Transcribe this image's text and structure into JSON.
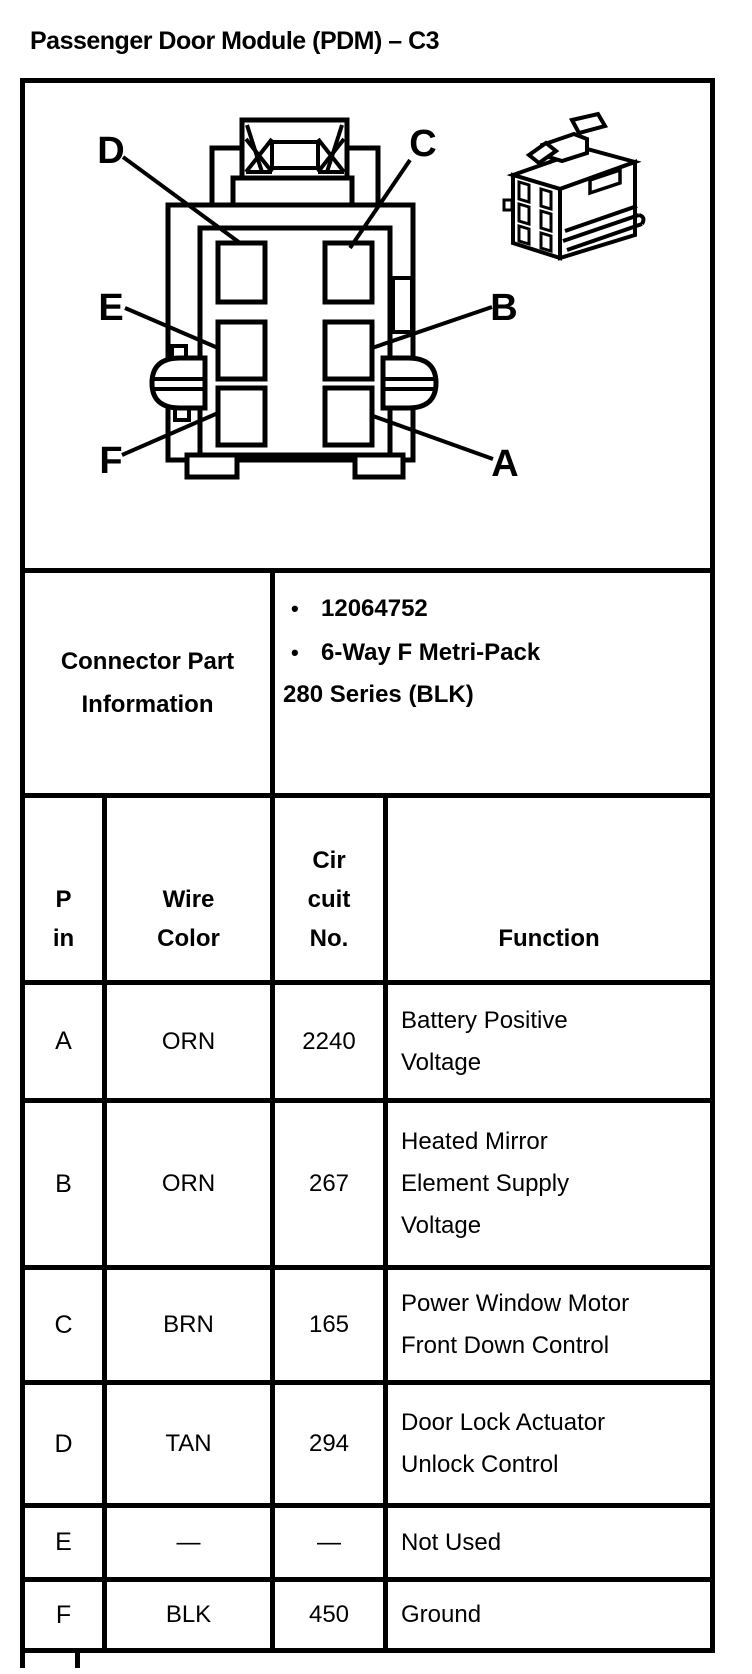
{
  "page": {
    "title": "Passenger Door Module (PDM) – C3"
  },
  "diagram": {
    "pin_position_labels": {
      "a": "A",
      "b": "B",
      "c": "C",
      "d": "D",
      "e": "E",
      "f": "F"
    }
  },
  "part_info": {
    "label_lines": [
      "Connector Part",
      "Information"
    ],
    "bullet_glyph": "•",
    "bullets": [
      "12064752",
      "6-Way F Metri-Pack"
    ],
    "continuation": "280 Series (BLK)"
  },
  "pin_table": {
    "headers": {
      "pin": [
        "P",
        "in"
      ],
      "wire_color": [
        "Wire",
        "Color"
      ],
      "circuit_no": [
        "Cir",
        "cuit",
        "No."
      ],
      "function": [
        "Function"
      ]
    },
    "rows": [
      {
        "pin": "A",
        "wire_color": "ORN",
        "circuit_no": "2240",
        "function_lines": [
          "Battery Positive",
          "Voltage"
        ]
      },
      {
        "pin": "B",
        "wire_color": "ORN",
        "circuit_no": "267",
        "function_lines": [
          "Heated Mirror",
          "Element Supply",
          "Voltage"
        ]
      },
      {
        "pin": "C",
        "wire_color": "BRN",
        "circuit_no": "165",
        "function_lines": [
          "Power Window Motor",
          "Front Down Control"
        ]
      },
      {
        "pin": "D",
        "wire_color": "TAN",
        "circuit_no": "294",
        "function_lines": [
          "Door Lock Actuator",
          "Unlock Control"
        ]
      },
      {
        "pin": "E",
        "wire_color": "—",
        "circuit_no": "—",
        "function_lines": [
          "Not Used"
        ]
      },
      {
        "pin": "F",
        "wire_color": "BLK",
        "circuit_no": "450",
        "function_lines": [
          "Ground"
        ]
      }
    ]
  },
  "colors": {
    "ink": "#000000",
    "paper": "#ffffff"
  }
}
